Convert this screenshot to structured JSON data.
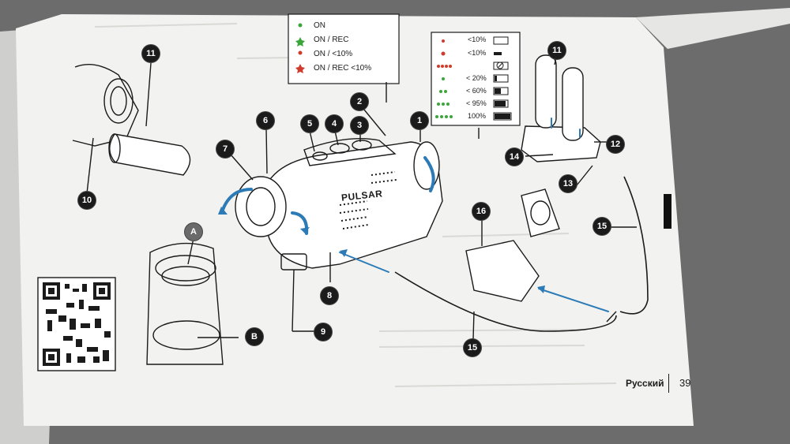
{
  "status_legend": {
    "items": [
      {
        "label": "ON",
        "color": "#3aa63a"
      },
      {
        "label": "ON / REC",
        "color": "#3aa63a"
      },
      {
        "label": "ON / <10%",
        "color": "#d23b2b"
      },
      {
        "label": "ON / REC <10%",
        "color": "#d23b2b"
      }
    ]
  },
  "charge_legend": {
    "items": [
      {
        "label": "<10%"
      },
      {
        "label": "<10%"
      },
      {
        "label": ""
      },
      {
        "label": "< 20%"
      },
      {
        "label": "< 60%"
      },
      {
        "label": "< 95%"
      },
      {
        "label": "100%"
      }
    ]
  },
  "device": {
    "brand": "PULSAR"
  },
  "callouts": [
    "1",
    "2",
    "3",
    "4",
    "5",
    "6",
    "7",
    "8",
    "9",
    "10",
    "11",
    "12",
    "13",
    "14",
    "15",
    "16",
    "A",
    "B"
  ],
  "footer": {
    "language": "Русский",
    "page_number": "39"
  }
}
